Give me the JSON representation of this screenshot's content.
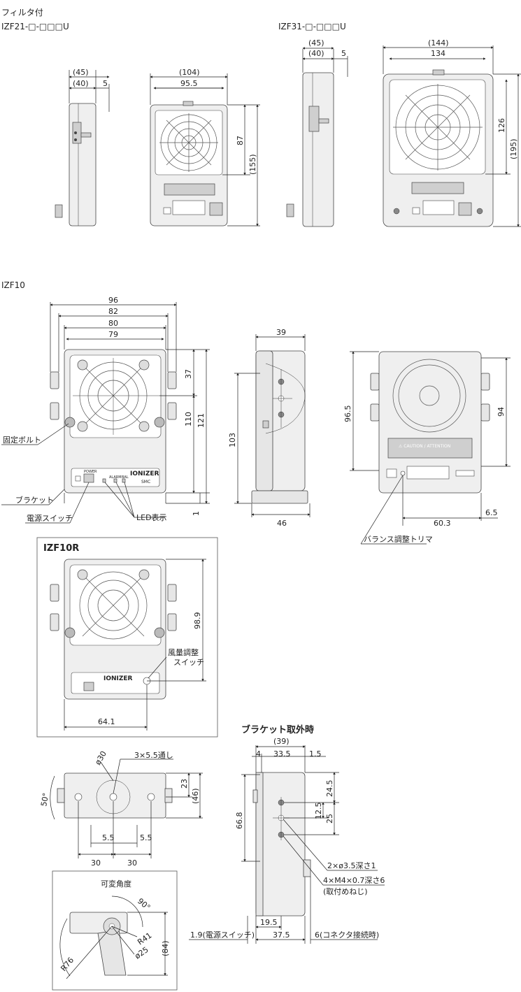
{
  "headers": {
    "filter_title": "フィルタ付",
    "izf21": "IZF21-□-□□□U",
    "izf31": "IZF31-□-□□□U",
    "izf10": "IZF10",
    "izf10r": "IZF10R",
    "bracket_removed": "ブラケット取外時"
  },
  "izf21_dims": {
    "d45": "(45)",
    "d40": "(40)",
    "d5": "5",
    "d104": "(104)",
    "d95_5": "95.5",
    "d87": "87",
    "d155": "(155)"
  },
  "izf31_dims": {
    "d45": "(45)",
    "d40": "(40)",
    "d5": "5",
    "d144": "(144)",
    "d134": "134",
    "d126": "126",
    "d195": "(195)"
  },
  "izf10_dims": {
    "d96": "96",
    "d82": "82",
    "d80": "80",
    "d79": "79",
    "d37": "37",
    "d110": "110",
    "d121": "121",
    "d1": "1",
    "d39": "39",
    "d103": "103",
    "d46": "46",
    "d96_5": "96.5",
    "d94": "94",
    "d6_5": "6.5",
    "d60_3": "60.3"
  },
  "izf10_callouts": {
    "fixing_bolt": "固定ボルト",
    "bracket": "ブラケット",
    "power_switch": "電源スイッチ",
    "led_display": "LED表示",
    "balance_trimmer": "バランス調整トリマ"
  },
  "izf10r": {
    "d98_9": "98.9",
    "d64_1": "64.1",
    "flow_switch_1": "風量調整",
    "flow_switch_2": "スイッチ"
  },
  "bottom_dims": {
    "phi30": "ø30",
    "thru": "3×5.5通し",
    "ang50": "50°",
    "d23": "23",
    "d46": "(46)",
    "d5_5a": "5.5",
    "d5_5b": "5.5",
    "d30a": "30",
    "d30b": "30"
  },
  "variable_angle": {
    "title": "可変角度",
    "ang90": "90°",
    "r41": "R41",
    "phi25": "ø25",
    "r76": "R76",
    "d84": "(84)"
  },
  "bracket_removed_dims": {
    "d39": "(39)",
    "d4": "4",
    "d33_5": "33.5",
    "d1_5": "1.5",
    "d24_5": "24.5",
    "d66_8": "66.8",
    "d12_5": "12.5",
    "d25": "25",
    "hole1": "2×ø3.5深さ1",
    "hole2": "4×M4×0.7深さ6",
    "hole3": "(取付めねじ)",
    "d19_5": "19.5",
    "d37_5": "37.5",
    "left_note": "1.9(電源スイッチ)",
    "right_note": "6(コネクタ接続時)"
  },
  "device_labels": {
    "caution": "⚠ CAUTION / ATTENTION",
    "ionizer": "IONIZER",
    "smc": "SMC",
    "power": "POWER",
    "alarm": "ALARM",
    "bal": "BAL"
  }
}
